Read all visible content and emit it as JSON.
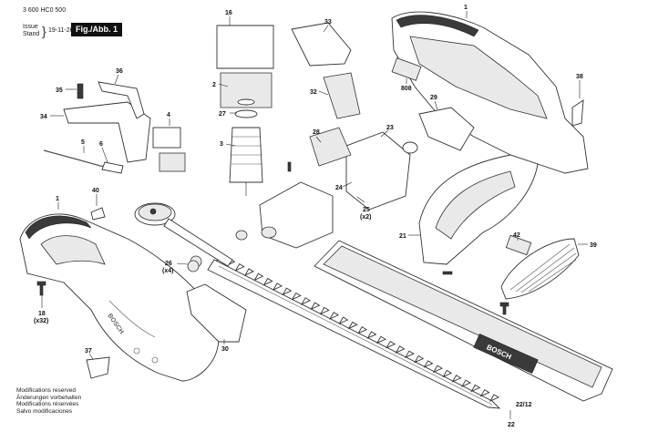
{
  "header": {
    "document_number": "3 600 HC0 500",
    "issue_label_line1": "Issue",
    "issue_label_line2": "Stand",
    "issue_date": "19-11-26",
    "figure_label": "Fig./Abb. 1"
  },
  "footer": {
    "lines": [
      "Modifications reserved",
      "Änderungen vorbehalten",
      "Modifications réservées",
      "Salvo modificaciones"
    ]
  },
  "callouts": {
    "p1a": "1",
    "p1b": "1",
    "p2": "2",
    "p3": "3",
    "p4": "4",
    "p5": "5",
    "p6": "6",
    "p16": "16",
    "p18": "18",
    "p18q": "(x32)",
    "p21": "21",
    "p22": "22",
    "p22_12": "22/12",
    "p23": "23",
    "p24": "24",
    "p25": "25",
    "p25q": "(x2)",
    "p26": "26",
    "p26q": "(x4)",
    "p27": "27",
    "p28": "28",
    "p29": "29",
    "p30": "30",
    "p32": "32",
    "p33": "33",
    "p34": "34",
    "p35": "35",
    "p36": "36",
    "p37": "37",
    "p38": "38",
    "p39": "39",
    "p40": "40",
    "p42": "42",
    "p808": "808"
  },
  "blade_brand": "BOSCH",
  "housing_brand": "BOSCH"
}
